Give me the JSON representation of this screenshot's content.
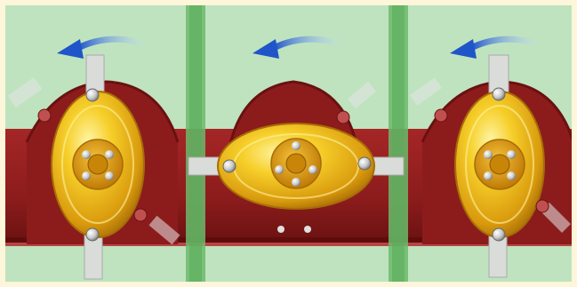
{
  "figure": {
    "panel_count": 3,
    "rotation": "counter-clockwise",
    "panels": [
      {
        "id": "panel-left",
        "blade_orientation": "vertical",
        "rotation_arrow": "arrow-left-icon"
      },
      {
        "id": "panel-middle",
        "blade_orientation": "horizontal",
        "rotation_arrow": "arrow-left-icon"
      },
      {
        "id": "panel-right",
        "blade_orientation": "vertical",
        "rotation_arrow": "arrow-left-icon"
      }
    ]
  },
  "colors": {
    "frame": "#fdf6da",
    "field": "#bfe3bf",
    "divider": "#6cba6c",
    "bar": "#8c1c1c",
    "bar_dark": "#5e0d0d",
    "blade": "#f2c11c",
    "blade_dark": "#b77f0b",
    "hub": "#e8a612",
    "bolt": "#e9e9e9",
    "knife": "#d9dcd9",
    "arrow": "#1f5bd0"
  }
}
